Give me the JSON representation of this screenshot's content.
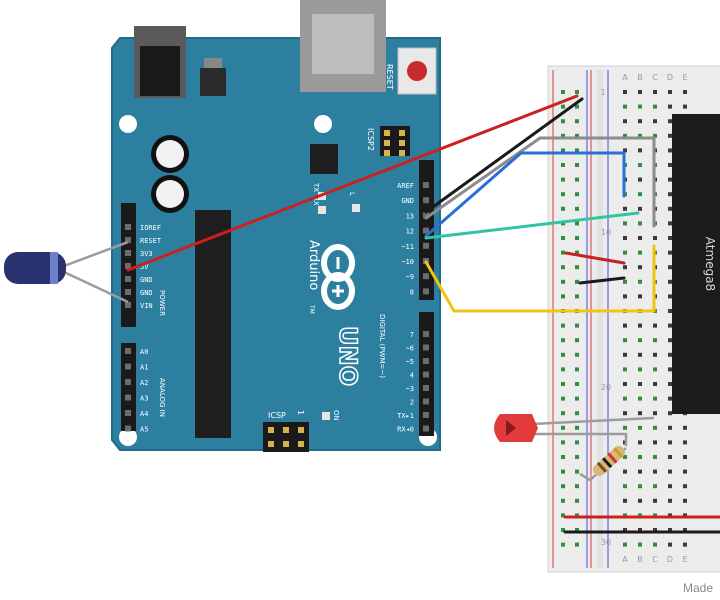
{
  "board": {
    "reset_label": "RESET",
    "icsp2_label": "ICSP2",
    "icsp_label": "ICSP",
    "one_label": "1",
    "tx_label": "TX",
    "rx_label": "RX",
    "l_label": "L",
    "on_label": "ON",
    "brand": "Arduino",
    "tm": "TM",
    "model": "UNO",
    "digital_label": "DIGITAL (PWM=~)",
    "power_label": "POWER",
    "analog_label": "ANALOG IN",
    "power_pins": [
      "IOREF",
      "RESET",
      "3V3",
      "5V",
      "GND",
      "GND",
      "VIN"
    ],
    "analog_pins": [
      "A0",
      "A1",
      "A2",
      "A3",
      "A4",
      "A5"
    ],
    "digital_top": [
      "AREF",
      "GND",
      "13",
      "12",
      "~11",
      "~10",
      "~9",
      "8"
    ],
    "digital_bottom": [
      "7",
      "~6",
      "~5",
      "4",
      "~3",
      "2",
      "TX▸1",
      "RX◂0"
    ]
  },
  "breadboard": {
    "columns": [
      "A",
      "B",
      "C",
      "D",
      "E"
    ],
    "row_numbers": [
      "1",
      "10",
      "20",
      "30"
    ]
  },
  "chip": {
    "label": "Atmega8"
  },
  "footer": {
    "credit": "Made"
  },
  "colors": {
    "board": "#2d7f9f",
    "board_edge": "#1f6b88",
    "wire_red": "#cc1f1f",
    "wire_black": "#1a1a1a",
    "wire_gray": "#8c8c8c",
    "wire_blue": "#2a6fd6",
    "wire_teal": "#2fc4a2",
    "wire_yellow": "#f2c40f",
    "led": "#e23b3b",
    "capacitor": "#2a3370"
  }
}
